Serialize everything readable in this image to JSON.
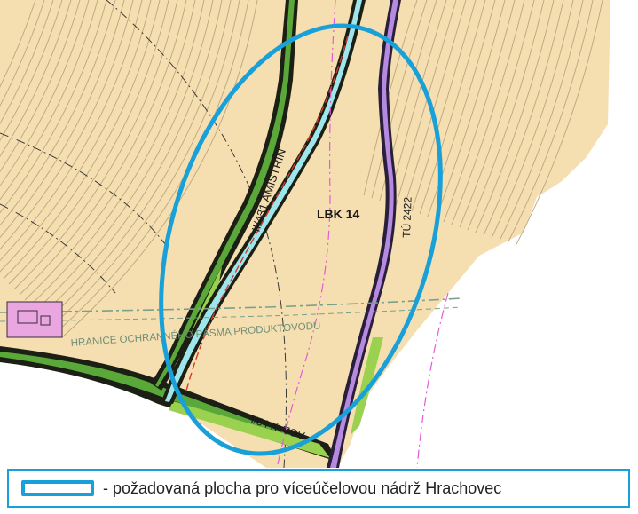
{
  "map": {
    "labels": {
      "road_main": "II/431 AMISTŘÍN",
      "road_east": "TÚ 2422",
      "road_south": "I/54  KYJOV",
      "zone": "LBK 14",
      "pipeline": "HRANICE OCHRANNÉHO PÁSMA PRODUKTOVODU"
    },
    "colors": {
      "land": "#f5deb0",
      "contour": "#b9a780",
      "road_outline": "#1b1f14",
      "road_green": "#5aa83a",
      "green_strip": "#9ad14e",
      "cyan_strip": "#9fe6ec",
      "purple_road": "#b58ae0",
      "magenta_line": "#e35bd8",
      "red_line": "#d43a2c",
      "pipeline_line": "#7aa08a",
      "marker": "#1aa0d8",
      "building": "#e9a6e0"
    }
  },
  "legend": {
    "text": "- požadovaná plocha pro víceúčelovou nádrž Hrachovec",
    "color": "#1aa0d8"
  }
}
